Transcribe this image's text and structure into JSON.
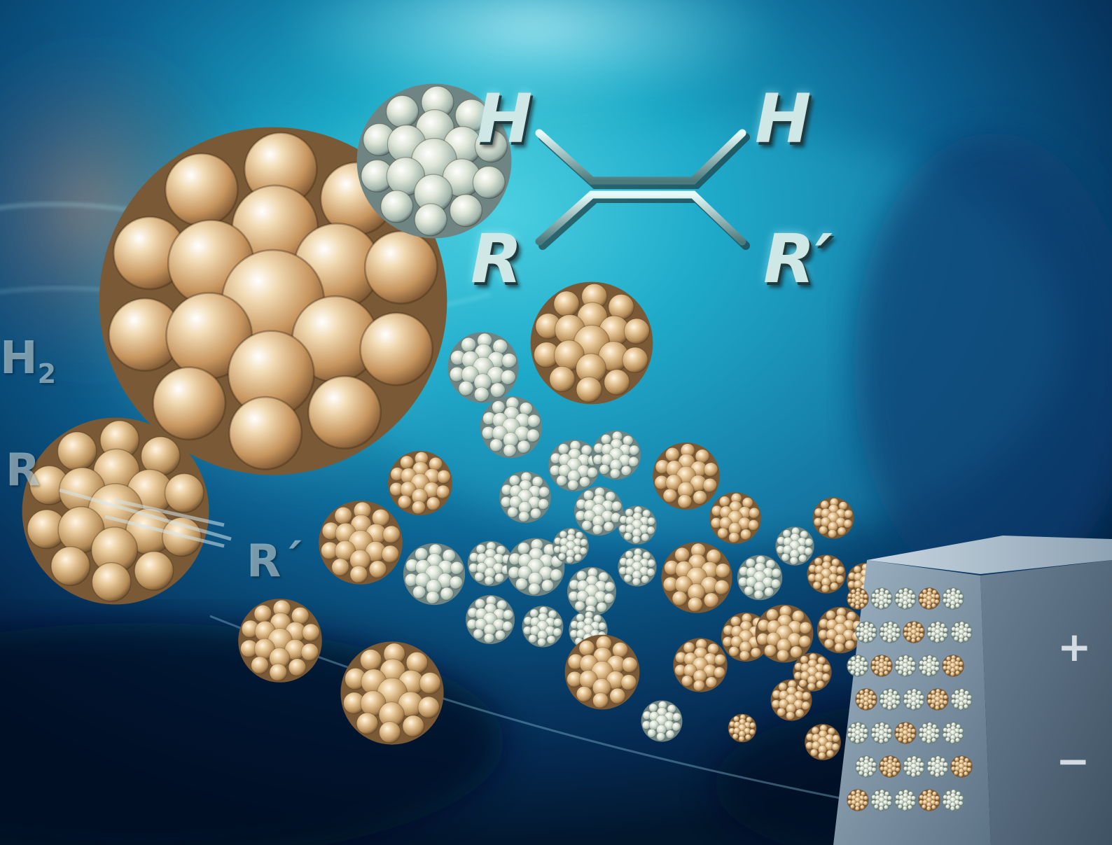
{
  "image": {
    "top_formula": {
      "h_left": "H",
      "h_right": "H",
      "r_left": "R",
      "r_right": "R′"
    },
    "left_formula": {
      "h2": "H",
      "h2_subscript": "2",
      "r_left": "R",
      "r_right": "R´"
    },
    "electrode_signs": {
      "plus": "+",
      "minus": "−"
    },
    "colors": {
      "background_deep": "#02162c",
      "background_water": "#1aa6c4",
      "cluster_light": "#f2e2c2",
      "cluster_shadow": "#8c6a3c",
      "electrode": "#7d93a6"
    }
  }
}
